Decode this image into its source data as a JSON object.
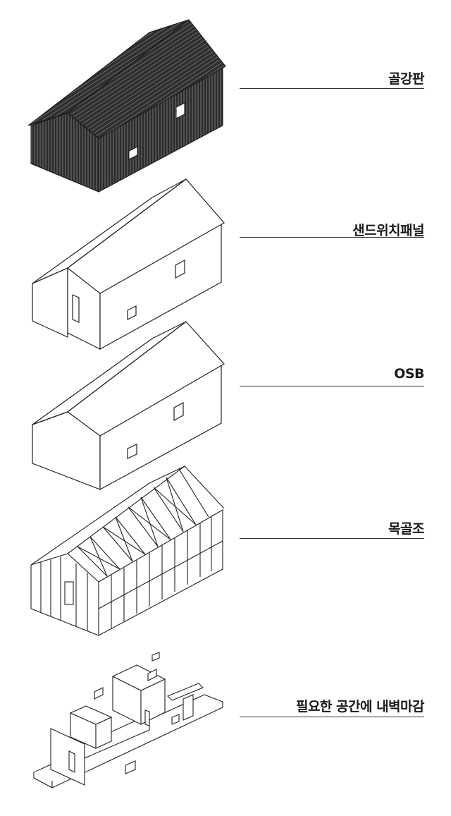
{
  "layers": [
    {
      "label": "골강판"
    },
    {
      "label": "샌드위치패널"
    },
    {
      "label": "OSB"
    },
    {
      "label": "목골조"
    },
    {
      "label": "필요한 공간에 내벽마감"
    }
  ]
}
